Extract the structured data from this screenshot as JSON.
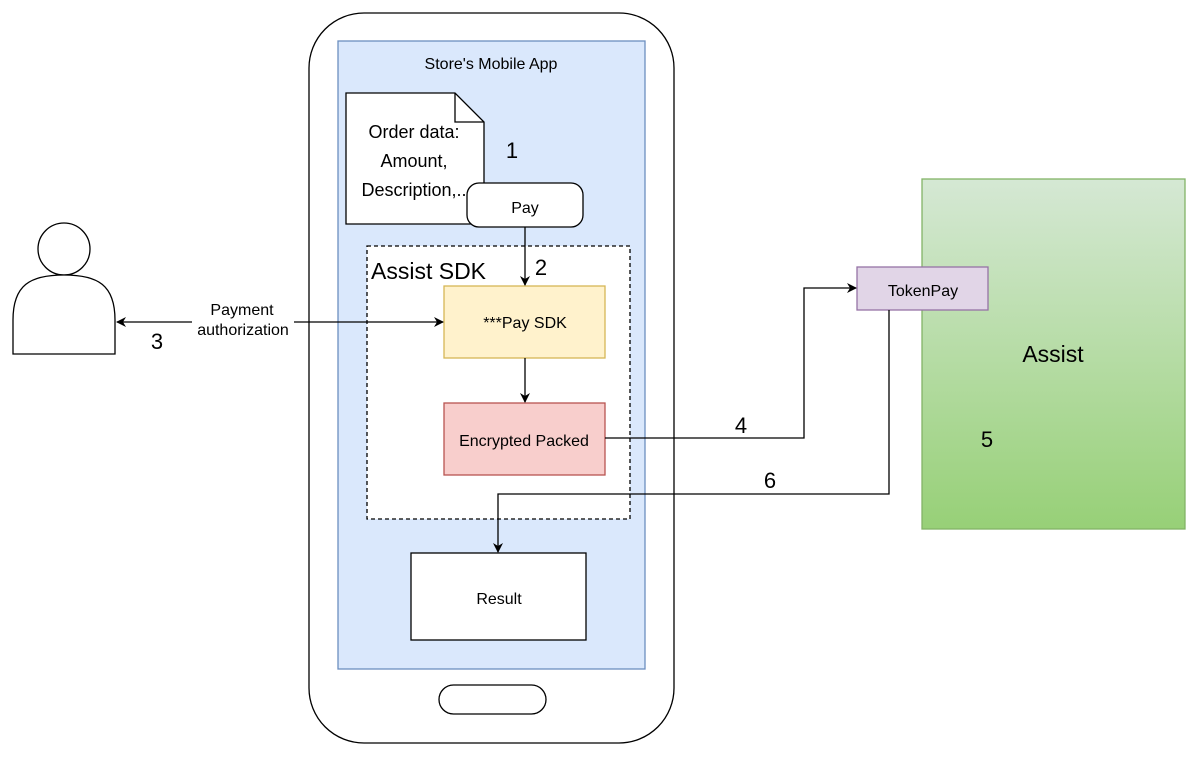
{
  "diagram": {
    "phone": {
      "screen_title": "Store's Mobile App"
    },
    "order_doc": {
      "lines": [
        "Order data:",
        "Amount,",
        "Description,.."
      ]
    },
    "pay_button": {
      "label": "Pay"
    },
    "sdk_container": {
      "label": "Assist SDK"
    },
    "pay_sdk": {
      "label": "***Pay SDK"
    },
    "encrypted": {
      "label": "Encrypted Packed"
    },
    "result": {
      "label": "Result"
    },
    "user": {
      "name": "user-actor"
    },
    "auth_edge": {
      "label_lines": [
        "Payment",
        "authorization"
      ]
    },
    "tokenpay": {
      "label": "TokenPay"
    },
    "assist": {
      "label": "Assist"
    },
    "steps": {
      "s1": "1",
      "s2": "2",
      "s3": "3",
      "s4": "4",
      "s5": "5",
      "s6": "6"
    },
    "colors": {
      "screen_fill": "#dae8fc",
      "screen_stroke": "#6c8ebf",
      "pay_sdk_fill": "#fff2cc",
      "pay_sdk_stroke": "#d6b656",
      "encrypted_fill": "#f8cecc",
      "encrypted_stroke": "#b85450",
      "tokenpay_fill": "#e1d5e7",
      "tokenpay_stroke": "#9673a6",
      "assist_fill_top": "#d5e8d4",
      "assist_fill_bottom": "#97d077",
      "assist_stroke": "#82b366"
    }
  }
}
